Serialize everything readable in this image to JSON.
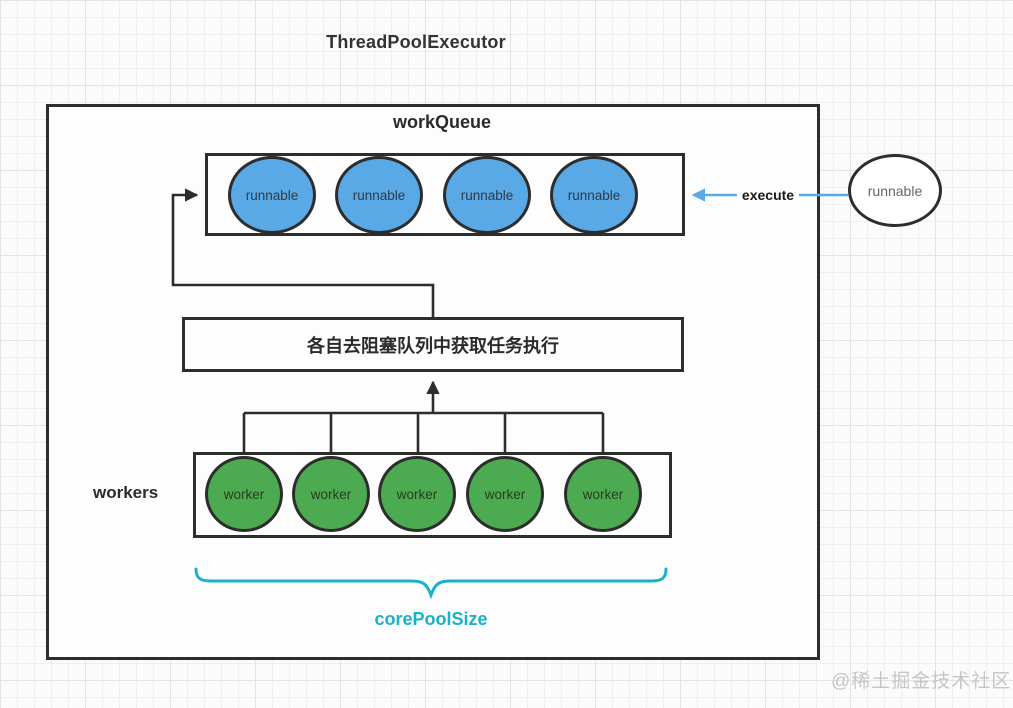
{
  "title": "ThreadPoolExecutor",
  "colors": {
    "line": "#2d2d2d",
    "blue": "#58a9e6",
    "green": "#4caa50",
    "cyan": "#17b3c9"
  },
  "work_queue": {
    "label": "workQueue",
    "items": [
      "runnable",
      "runnable",
      "runnable",
      "runnable"
    ]
  },
  "incoming_task": {
    "label": "runnable"
  },
  "execute_arrow": {
    "label": "execute"
  },
  "task_fetch_box": {
    "label": "各自去阻塞队列中获取任务执行"
  },
  "workers": {
    "label": "workers",
    "items": [
      "worker",
      "worker",
      "worker",
      "worker",
      "worker"
    ]
  },
  "core_pool_size": {
    "label": "corePoolSize"
  },
  "watermark": "@稀土掘金技术社区"
}
